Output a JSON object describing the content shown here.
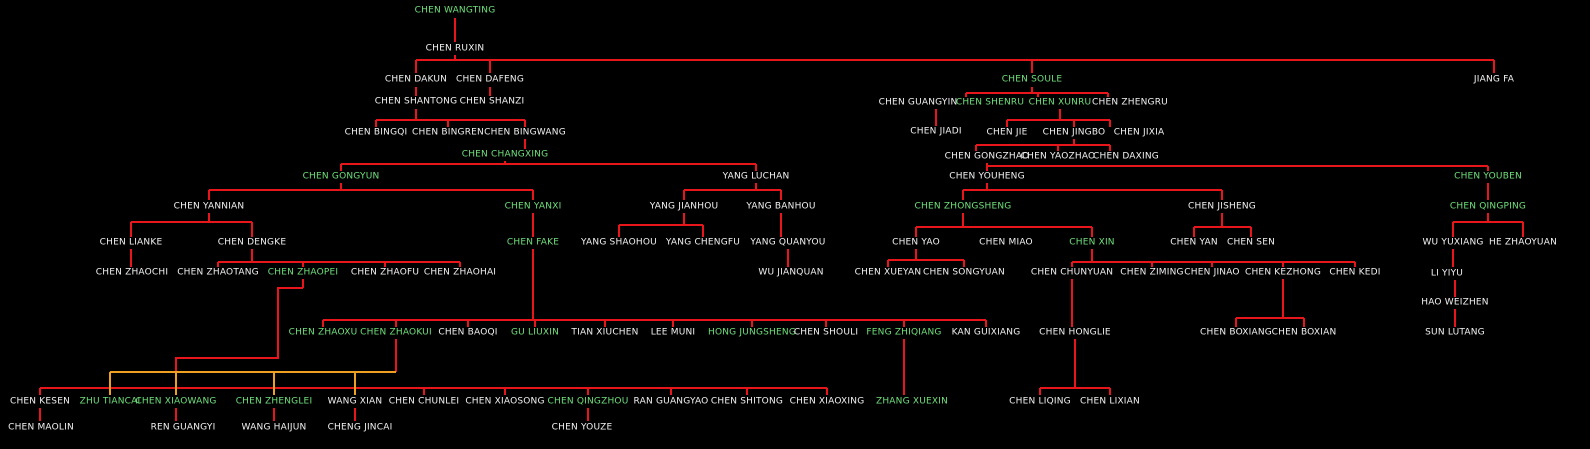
{
  "colors": {
    "background": "#000000",
    "line": "#e8151b",
    "alt_line": "#f0a020",
    "text": "#f2f2f2",
    "highlight": "#6fe07a"
  },
  "nodes": {
    "n0": {
      "label": "CHEN WANGTING",
      "hl": true
    },
    "n1": {
      "label": "CHEN RUXIN"
    },
    "n2": {
      "label": "CHEN DAKUN"
    },
    "n3": {
      "label": "CHEN DAFENG"
    },
    "n4": {
      "label": "CHEN SOULE",
      "hl": true
    },
    "n5": {
      "label": "JIANG FA"
    },
    "n6": {
      "label": "CHEN SHANTONG"
    },
    "n7": {
      "label": "CHEN SHANZI"
    },
    "n8": {
      "label": "CHEN GUANGYIN"
    },
    "n9": {
      "label": "CHEN SHENRU",
      "hl": true
    },
    "n10": {
      "label": "CHEN XUNRU",
      "hl": true
    },
    "n11": {
      "label": "CHEN ZHENGRU"
    },
    "n12": {
      "label": "CHEN BINGQI"
    },
    "n13": {
      "label": "CHEN BINGREN"
    },
    "n14": {
      "label": "CHEN BINGWANG"
    },
    "n15": {
      "label": "CHEN JIADI"
    },
    "n16": {
      "label": "CHEN JIE"
    },
    "n17": {
      "label": "CHEN JINGBO"
    },
    "n18": {
      "label": "CHEN JIXIA"
    },
    "n19": {
      "label": "CHEN CHANGXING",
      "hl": true
    },
    "n20": {
      "label": "CHEN GONGZHAO"
    },
    "n21": {
      "label": "CHEN YAOZHAO"
    },
    "n22": {
      "label": "CHEN DAXING"
    },
    "n23": {
      "label": "CHEN GONGYUN",
      "hl": true
    },
    "n24": {
      "label": "YANG LUCHAN"
    },
    "n25": {
      "label": "CHEN YOUHENG"
    },
    "n26": {
      "label": "CHEN YOUBEN",
      "hl": true
    },
    "n27": {
      "label": "CHEN YANNIAN"
    },
    "n28": {
      "label": "CHEN YANXI",
      "hl": true
    },
    "n29": {
      "label": "YANG JIANHOU"
    },
    "n30": {
      "label": "YANG BANHOU"
    },
    "n31": {
      "label": "CHEN ZHONGSHENG",
      "hl": true
    },
    "n32": {
      "label": "CHEN JISHENG"
    },
    "n33": {
      "label": "CHEN QINGPING",
      "hl": true
    },
    "n34": {
      "label": "CHEN LIANKE"
    },
    "n35": {
      "label": "CHEN  DENGKE"
    },
    "n36": {
      "label": "CHEN FAKE",
      "hl": true
    },
    "n37": {
      "label": "YANG SHAOHOU"
    },
    "n38": {
      "label": "YANG CHENGFU"
    },
    "n39": {
      "label": "YANG QUANYOU"
    },
    "n40": {
      "label": "CHEN YAO"
    },
    "n41": {
      "label": "CHEN MIAO"
    },
    "n42": {
      "label": "CHEN XIN",
      "hl": true
    },
    "n43": {
      "label": "CHEN YAN"
    },
    "n44": {
      "label": "CHEN SEN"
    },
    "n45": {
      "label": "WU YUXIANG"
    },
    "n46": {
      "label": "HE ZHAOYUAN"
    },
    "n47": {
      "label": "CHEN ZHAOCHI"
    },
    "n48": {
      "label": "CHEN ZHAOTANG"
    },
    "n49": {
      "label": "CHEN ZHAOPEI",
      "hl": true
    },
    "n50": {
      "label": "CHEN ZHAOFU"
    },
    "n51": {
      "label": "CHEN ZHAOHAI"
    },
    "n52": {
      "label": "WU JIANQUAN"
    },
    "n53": {
      "label": "CHEN XUEYAN"
    },
    "n54": {
      "label": "CHEN SONGYUAN"
    },
    "n55": {
      "label": "CHEN CHUNYUAN"
    },
    "n56": {
      "label": "CHEN ZIMING"
    },
    "n57": {
      "label": "CHEN JINAO"
    },
    "n58": {
      "label": "CHEN KEZHONG"
    },
    "n59": {
      "label": "CHEN KEDI"
    },
    "n60": {
      "label": "LI YIYU"
    },
    "n61": {
      "label": "HAO WEIZHEN"
    },
    "n62": {
      "label": "SUN LUTANG"
    },
    "n63": {
      "label": "CHEN ZHAOXU",
      "hl": true
    },
    "n64": {
      "label": "CHEN ZHAOKUI",
      "hl": true
    },
    "n65": {
      "label": "CHEN BAOQI"
    },
    "n66": {
      "label": "GU LIUXIN",
      "hl": true
    },
    "n67": {
      "label": "TIAN XIUCHEN"
    },
    "n68": {
      "label": "LEE MUNI"
    },
    "n69": {
      "label": "HONG JUNGSHENG",
      "hl": true
    },
    "n70": {
      "label": "CHEN SHOULI"
    },
    "n71": {
      "label": "FENG ZHIQIANG",
      "hl": true
    },
    "n72": {
      "label": "KAN GUIXIANG"
    },
    "n73": {
      "label": "CHEN HONGLIE"
    },
    "n74": {
      "label": "CHEN BOXIANG"
    },
    "n75": {
      "label": "CHEN BOXIAN"
    },
    "n76": {
      "label": "CHEN KESEN"
    },
    "n77": {
      "label": "ZHU TIANCAI",
      "hl": true
    },
    "n78": {
      "label": "CHEN XIAOWANG",
      "hl": true
    },
    "n79": {
      "label": "CHEN ZHENGLEI",
      "hl": true
    },
    "n80": {
      "label": "WANG XIAN"
    },
    "n81": {
      "label": "CHEN CHUNLEI"
    },
    "n82": {
      "label": "CHEN XIAOSONG"
    },
    "n83": {
      "label": "CHEN QINGZHOU",
      "hl": true
    },
    "n84": {
      "label": "RAN GUANGYAO"
    },
    "n85": {
      "label": "CHEN SHITONG"
    },
    "n86": {
      "label": "CHEN XIAOXING"
    },
    "n87": {
      "label": "ZHANG XUEXIN",
      "hl": true
    },
    "n88": {
      "label": "CHEN LIQING"
    },
    "n89": {
      "label": "CHEN LIXIAN"
    },
    "n90": {
      "label": "CHEN MAOLIN"
    },
    "n91": {
      "label": "REN GUANGYI"
    },
    "n92": {
      "label": "WANG HAIJUN"
    },
    "n93": {
      "label": "CHENG JINCAI"
    },
    "n94": {
      "label": "CHEN YOUZE"
    }
  }
}
